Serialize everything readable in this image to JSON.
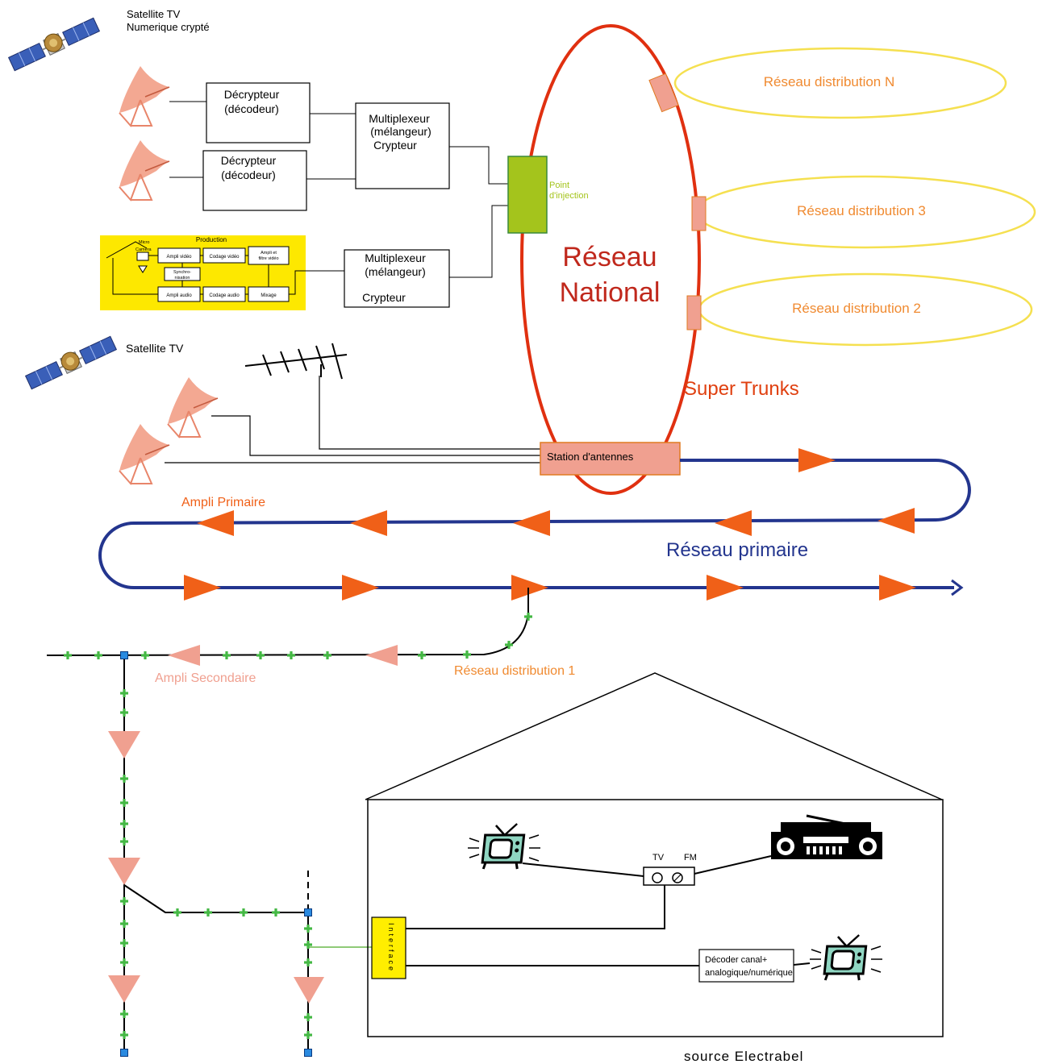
{
  "satellite_top": {
    "line1": "Satellite TV",
    "line2": "Numerique crypté"
  },
  "satellite_mid": {
    "label": "Satellite TV"
  },
  "decryptor1": {
    "line1": "Décrypteur",
    "line2": "(décodeur)"
  },
  "decryptor2": {
    "line1": "Décrypteur",
    "line2": "(décodeur)"
  },
  "mux1": {
    "line1": "Multiplexeur",
    "line2": "(mélangeur)",
    "line3": "Crypteur"
  },
  "mux2": {
    "line1": "Multiplexeur",
    "line2": "(mélangeur)",
    "line3": "Crypteur"
  },
  "production": {
    "title": "Production",
    "micro": "Micro",
    "camera": "Caméra",
    "ampli_video": "Ampli vidéo",
    "codage_video": "Codage vidéo",
    "ampli_filtre_1": "Ampli et",
    "ampli_filtre_2": "filtre vidéo",
    "synchro_1": "Synchro-",
    "synchro_2": "nisation",
    "ampli_audio": "Ampli audio",
    "codage_audio": "Codage audio",
    "mixage": "Mixage"
  },
  "injection": {
    "line1": "Point",
    "line2": "d'injection"
  },
  "national": {
    "line1": "Réseau",
    "line2": "National",
    "trunks": "Super Trunks"
  },
  "distribution": {
    "n": "Réseau distribution  N",
    "three": "Réseau distribution  3",
    "two": "Réseau distribution  2",
    "one": "Réseau distribution  1"
  },
  "station": {
    "label": "Station d'antennes"
  },
  "primary": {
    "ampli": "Ampli Primaire",
    "network": "Réseau primaire"
  },
  "secondary": {
    "ampli": "Ampli Secondaire"
  },
  "house": {
    "interface": "Interface",
    "tv": "TV",
    "fm": "FM",
    "decoder_line1": "Décoder canal+",
    "decoder_line2": "analogique/numérique"
  },
  "source": {
    "label": "source Electrabel"
  },
  "colors": {
    "ring": "#e03010",
    "primary_line": "#23358e",
    "primary_arrow": "#f06018",
    "secondary_arrow": "#f0a090",
    "distribution_ellipse": "#f5e050",
    "distribution_text": "#f08a30",
    "injection_box": "#a4c41c",
    "station_box": "#f0a090",
    "production_bg": "#fde800",
    "interface_box": "#ffee00",
    "tap_marker": "#44b844"
  },
  "icons": [
    "satellite-icon",
    "dish-antenna-icon",
    "yagi-antenna-icon",
    "tv-set-icon",
    "radio-boombox-icon"
  ]
}
